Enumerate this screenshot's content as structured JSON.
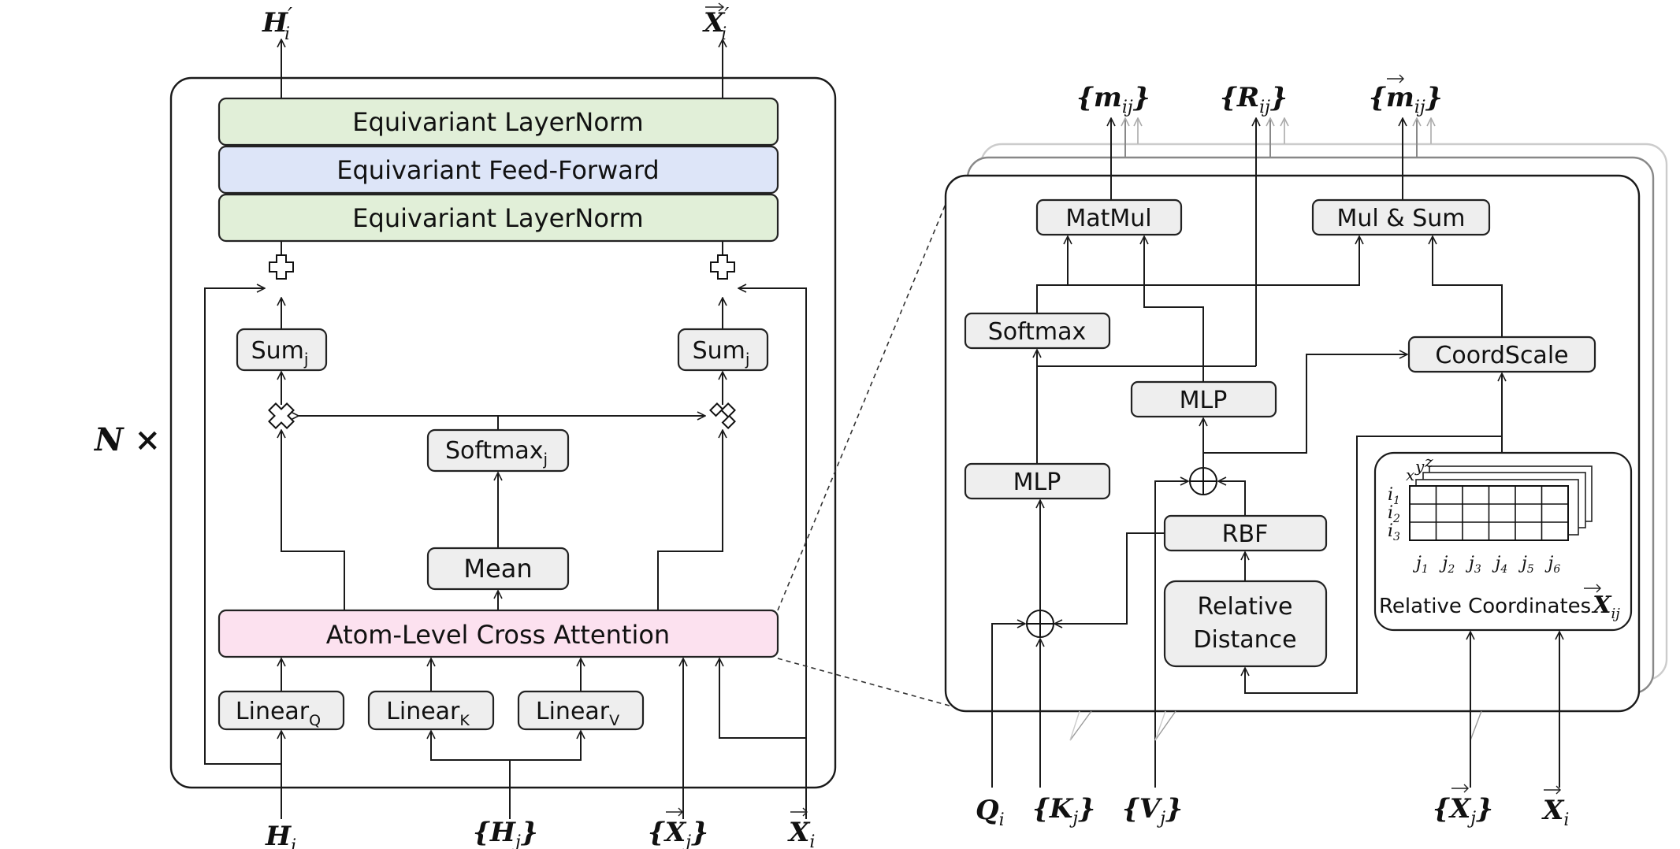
{
  "left": {
    "repeat_label": "N ×",
    "outputs": {
      "h": "H",
      "h_prime": "′",
      "h_sub": "i",
      "x": "X",
      "x_prime": "′",
      "x_sub": "i"
    },
    "blocks": {
      "layernorm_top": "Equivariant LayerNorm",
      "feedforward": "Equivariant Feed-Forward",
      "layernorm_bottom": "Equivariant LayerNorm",
      "sum": "Sum",
      "sum_sub": "j",
      "softmax": "Softmax",
      "softmax_sub": "j",
      "mean": "Mean",
      "cross_attention": "Atom-Level Cross Attention",
      "linear": "Linear",
      "linear_q_sub": "Q",
      "linear_k_sub": "K",
      "linear_v_sub": "V"
    },
    "inputs": {
      "h_i": "H",
      "h_i_sub": "i",
      "h_j": "{H",
      "h_j_sub": "j",
      "h_j_close": "}",
      "x_j": "{X",
      "x_j_sub": "j",
      "x_j_close": "}",
      "x_i": "X",
      "x_i_sub": "i"
    }
  },
  "right": {
    "outputs": {
      "m": "{m",
      "m_sub": "ij",
      "m_close": "}",
      "r": "{R",
      "r_sub": "ij",
      "r_close": "}",
      "mv": "{m",
      "mv_sub": "ij",
      "mv_close": "}"
    },
    "blocks": {
      "matmul": "MatMul",
      "mulsum": "Mul & Sum",
      "softmax": "Softmax",
      "coordscale": "CoordScale",
      "mlp_top": "MLP",
      "mlp_left": "MLP",
      "rbf": "RBF",
      "rel_dist_1": "Relative",
      "rel_dist_2": "Distance"
    },
    "grid": {
      "axis_x": "x",
      "axis_y": "y",
      "axis_z": "z",
      "rows": [
        "i",
        "i",
        "i"
      ],
      "row_subs": [
        "1",
        "2",
        "3"
      ],
      "cols": [
        "j",
        "j",
        "j",
        "j",
        "j",
        "j"
      ],
      "col_subs": [
        "1",
        "2",
        "3",
        "4",
        "5",
        "6"
      ],
      "caption": "Relative Coordinates",
      "caption_math": "X",
      "caption_sub": "ij"
    },
    "inputs": {
      "q": "Q",
      "q_sub": "i",
      "k": "{K",
      "k_sub": "j",
      "k_close": "}",
      "v": "{V",
      "v_sub": "j",
      "v_close": "}",
      "xj": "{X",
      "xj_sub": "j",
      "xj_close": "}",
      "xi": "X",
      "xi_sub": "i"
    }
  },
  "colors": {
    "layernorm": "#e1efd8",
    "feedforward": "#dde5f8",
    "cross_attention": "#fce1ef",
    "op_box": "#eeeeee",
    "frame": "#ffffff"
  }
}
